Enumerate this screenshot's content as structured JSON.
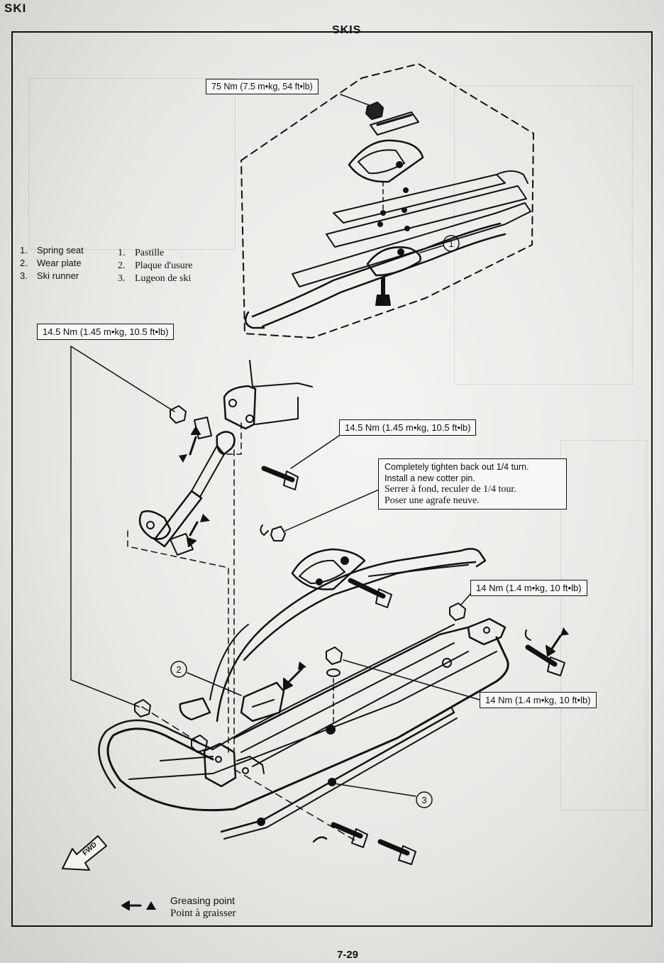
{
  "header": {
    "section_code": "SKI",
    "title": "SKIS"
  },
  "legend_en": [
    {
      "num": "1.",
      "label": "Spring seat"
    },
    {
      "num": "2.",
      "label": "Wear plate"
    },
    {
      "num": "3.",
      "label": "Ski runner"
    }
  ],
  "legend_fr": [
    {
      "num": "1.",
      "label": "Pastille"
    },
    {
      "num": "2.",
      "label": "Plaque d'usure"
    },
    {
      "num": "3.",
      "label": "Lugeon de ski"
    }
  ],
  "torque_labels": {
    "leaf_nut": "75 Nm (7.5 m•kg, 54 ft•lb)",
    "shock_lower": "14.5 Nm (1.45 m•kg, 10.5 ft•lb)",
    "shock_upper": "14.5 Nm (1.45 m•kg, 10.5 ft•lb)",
    "bracket_rear": "14 Nm (1.4 m•kg, 10 ft•lb)",
    "saddle": "14 Nm (1.4 m•kg, 10 ft•lb)"
  },
  "spindle_note": {
    "en_1": "Completely tighten back out 1/4 turn.",
    "en_2": "Install a new cotter pin.",
    "fr_1": "Serrer à fond, reculer de 1/4 tour.",
    "fr_2": "Poser une agrafe neuve."
  },
  "callouts": [
    "1",
    "2",
    "3"
  ],
  "fwd_label": "FWD",
  "greasing": {
    "en": "Greasing point",
    "fr": "Point à graisser"
  },
  "page_number": "7-29",
  "icons": [
    "fwd-arrow-icon",
    "grease-arrow-icon",
    "grease-triangle-icon"
  ]
}
